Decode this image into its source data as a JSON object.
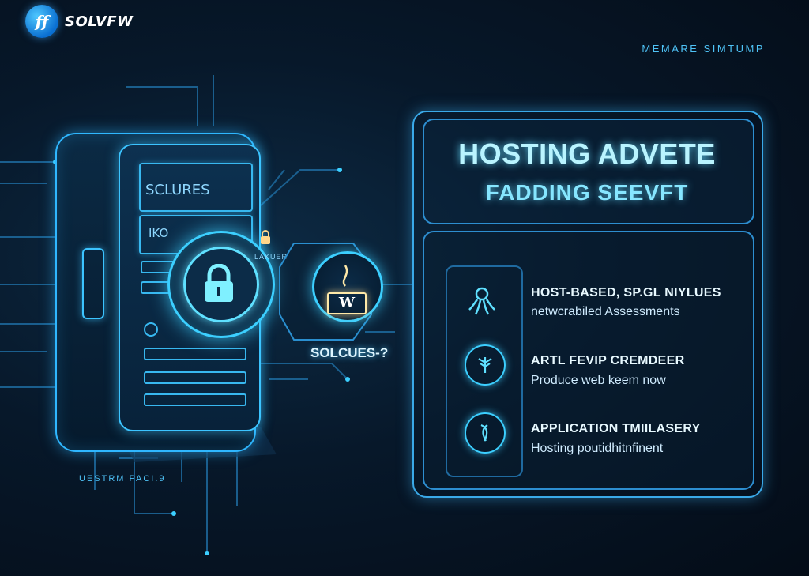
{
  "brand": {
    "logo_glyph": "ff",
    "name": "SOLVFW",
    "accent": "#3ccfff"
  },
  "top_tag": "MEMARE SIMTUMP",
  "bottom_tag": "UESTRM PACI.9",
  "device": {
    "screen_label": "SCLURES",
    "panel_label": "IKO",
    "mini_lock_label": "LAKUER",
    "shield_badge": "W",
    "caption": "SOLCUES-?"
  },
  "header": {
    "title": "HOSTING ADVETE",
    "subtitle": "FADDING SEEVFT"
  },
  "features": [
    {
      "icon": "octopus-icon",
      "title": "HOST-BASED, SP.GL NIYLUES",
      "subtitle": "netwcrabiled Assessments"
    },
    {
      "icon": "shield-leaf-icon",
      "title": "ARTL FEVIP CREMDEER",
      "subtitle": "Produce web keem now"
    },
    {
      "icon": "feather-icon",
      "title": "APPLICATION TMIILASERY",
      "subtitle": "Hosting poutidhitnfinent"
    }
  ]
}
